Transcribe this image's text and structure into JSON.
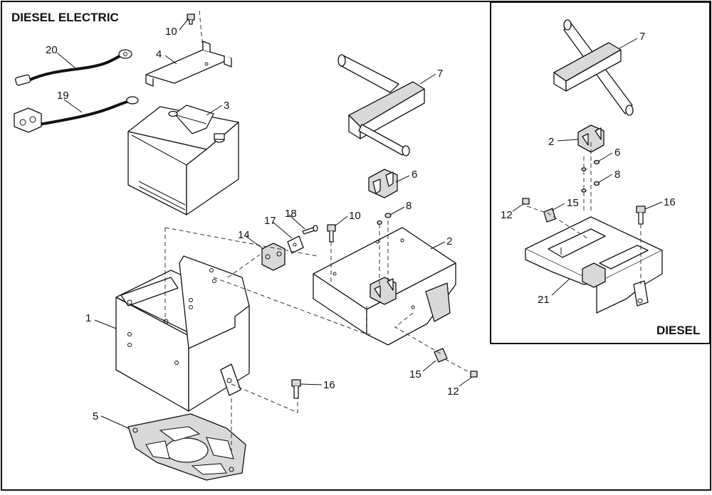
{
  "titles": {
    "main": "DIESEL ELECTRIC",
    "inset": "DIESEL"
  },
  "callouts": {
    "p1": "1",
    "p2": "2",
    "p3": "3",
    "p4": "4",
    "p5": "5",
    "p6": "6",
    "p7": "7",
    "p8": "8",
    "p10a": "10",
    "p10b": "10",
    "p12": "12",
    "p14": "14",
    "p15": "15",
    "p16": "16",
    "p17": "17",
    "p18": "18",
    "p19": "19",
    "p20": "20",
    "i2": "2",
    "i6": "6",
    "i7": "7",
    "i8": "8",
    "i12": "12",
    "i15": "15",
    "i16": "16",
    "i21": "21"
  }
}
